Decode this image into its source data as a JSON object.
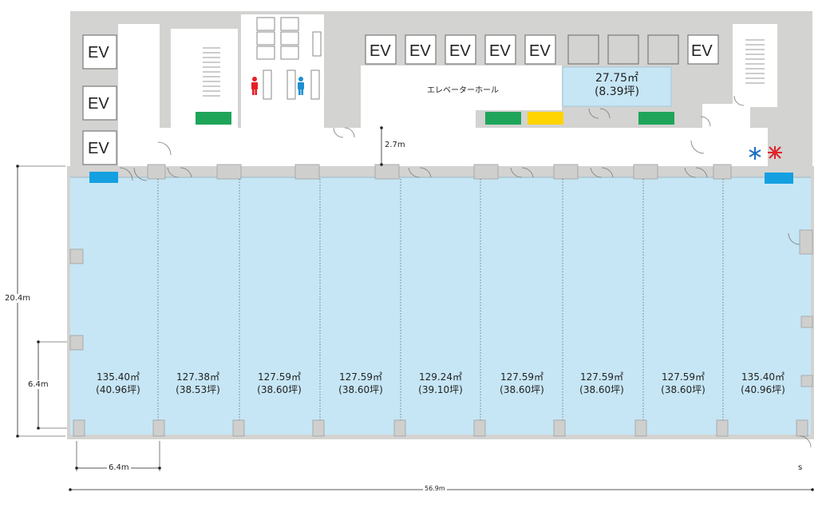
{
  "elevators": {
    "label": "EV"
  },
  "hall": {
    "label": "エレベーターホール",
    "area": "27.75㎡",
    "tsubo": "(8.39坪)"
  },
  "corridor_width": "2.7m",
  "sections": [
    {
      "area": "135.40㎡",
      "tsubo": "(40.96坪)"
    },
    {
      "area": "127.38㎡",
      "tsubo": "(38.53坪)"
    },
    {
      "area": "127.59㎡",
      "tsubo": "(38.60坪)"
    },
    {
      "area": "127.59㎡",
      "tsubo": "(38.60坪)"
    },
    {
      "area": "129.24㎡",
      "tsubo": "(39.10坪)"
    },
    {
      "area": "127.59㎡",
      "tsubo": "(38.60坪)"
    },
    {
      "area": "127.59㎡",
      "tsubo": "(38.60坪)"
    },
    {
      "area": "127.59㎡",
      "tsubo": "(38.60坪)"
    },
    {
      "area": "135.40㎡",
      "tsubo": "(40.96坪)"
    }
  ],
  "dimensions": {
    "depth": "20.4m",
    "bay_height": "6.4m",
    "bay_width": "6.4m",
    "total_width": "56.9m",
    "marker": "s"
  },
  "icons": {
    "male_restroom": "male-restroom-icon",
    "female_restroom": "female-restroom-icon",
    "ac_unit": "snowflake-icon",
    "heating": "heat-icon"
  },
  "colors": {
    "office_area": "#c6e6f5",
    "structure": "#d3d3d1",
    "wall_dark": "#bdbdbb",
    "fire_equipment": "#1fa55a",
    "alarm_equipment": "#ffd400",
    "pipe_shaft": "#14a0e0",
    "male_restroom": "#e61e25",
    "female_restroom": "#1d8fd0"
  }
}
